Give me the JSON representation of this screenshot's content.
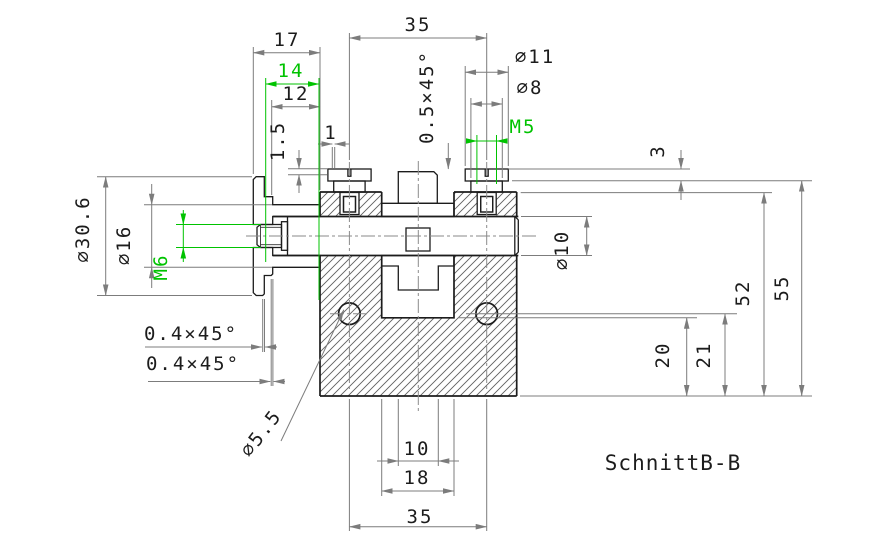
{
  "title": "SchnittB-B",
  "colors": {
    "outline": "#1c1c1c",
    "dimension_line": "#7c7c7c",
    "highlight_green": "#00c300",
    "background": "#ffffff"
  },
  "dimensions": {
    "flange_length": "17",
    "screw_spacing_top": "35",
    "thread_depth_green": "14",
    "hub_length": "12",
    "slot_depth": "1.5",
    "head_slot_width": "1",
    "post_chamfer": "0.5×45°",
    "head_diameter": "⌀11",
    "boss_diameter": "⌀8",
    "screw_thread": "M5",
    "head_height": "3",
    "flange_diameter": "⌀30.6",
    "hub_diameter": "⌀16",
    "shaft_thread": "M6",
    "shaft_diameter": "⌀10",
    "block_height": "52",
    "overall_height": "55",
    "slot_bottom_height": "20",
    "hole_center_height": "21",
    "flange_chamfer_1": "0.4×45°",
    "flange_chamfer_2": "0.4×45°",
    "hole_diameter": "⌀5.5",
    "tongue_width": "10",
    "slot_width": "18",
    "hole_spacing": "35"
  }
}
